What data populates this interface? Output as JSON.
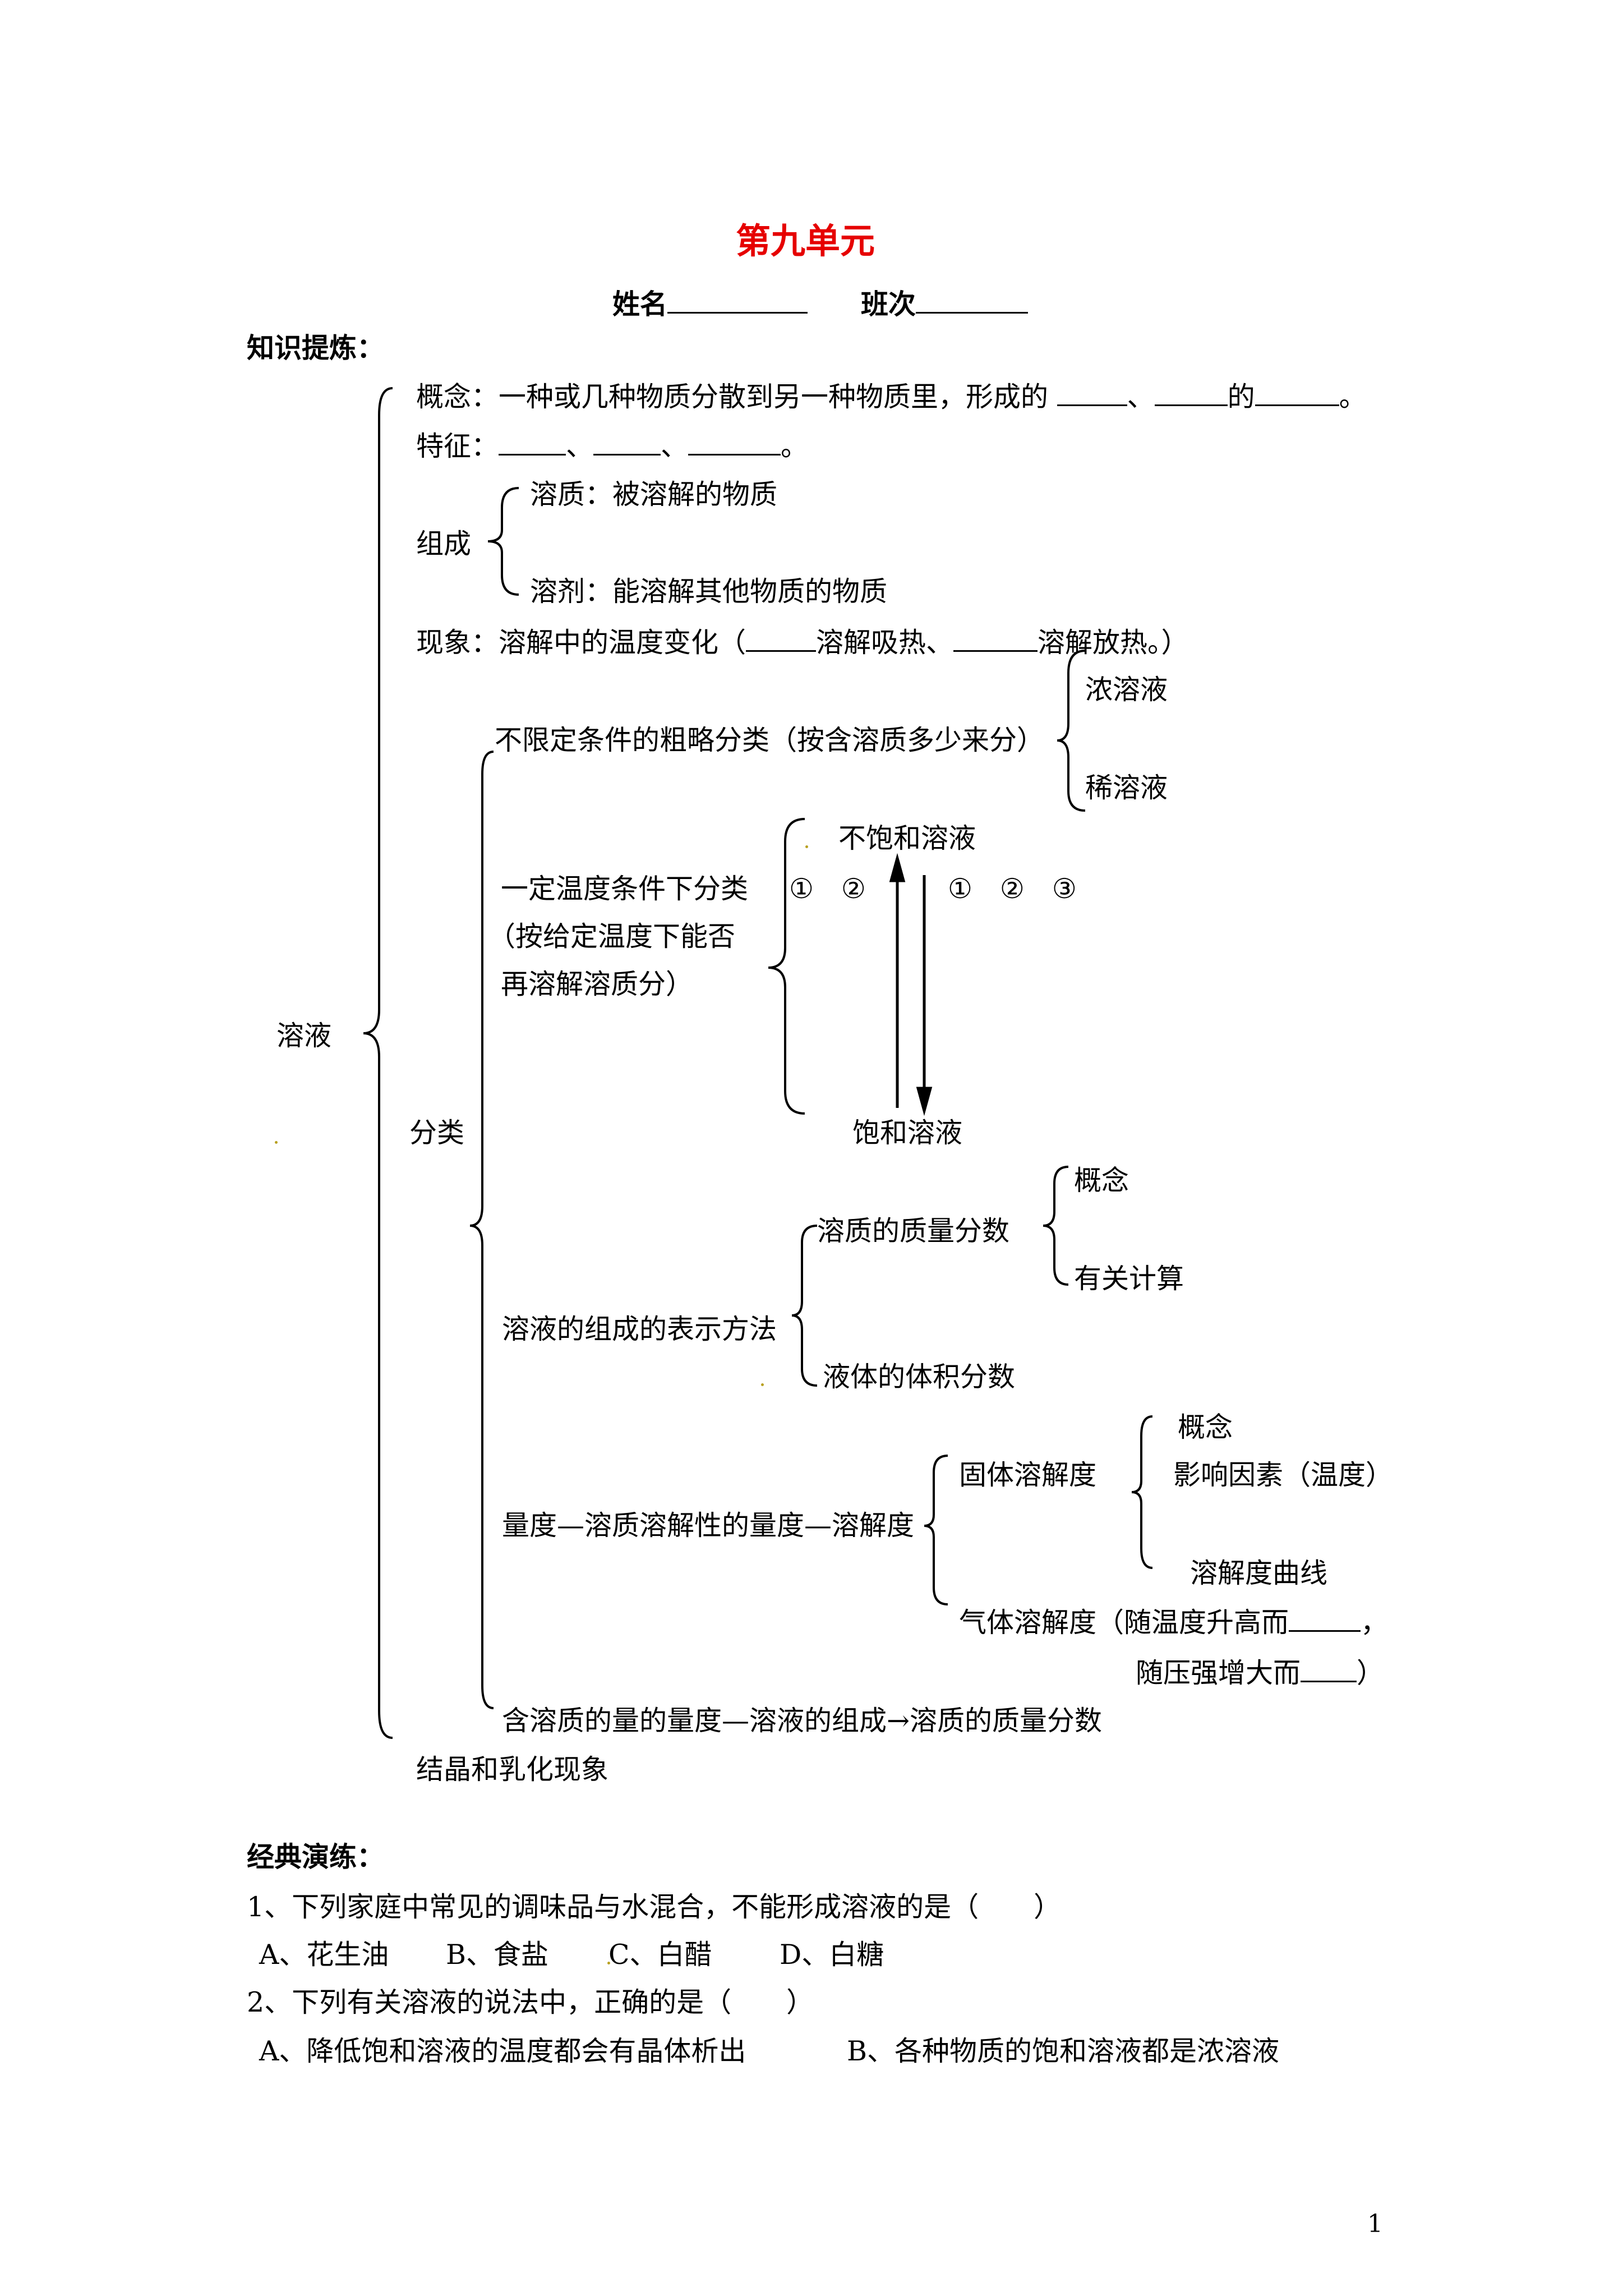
{
  "title": "第九单元",
  "header": {
    "name_label": "姓名",
    "class_label": "班次"
  },
  "section_knowledge": "知识提炼：",
  "map": {
    "root": "溶液",
    "concept_a": "概念：一种或几种物质分散到另一种物质里，形成的 ",
    "concept_sep1": "、",
    "concept_sep2": "的",
    "concept_end": "。",
    "feature_a": "特征：",
    "feature_sep1": "、",
    "feature_sep2": "、",
    "feature_end": "。",
    "composition": "组成",
    "solute": "溶质：被溶解的物质",
    "solvent": "溶剂：能溶解其他物质的物质",
    "phenomenon_a": "现象：溶解中的温度变化（",
    "phenomenon_b": "溶解吸热、",
    "phenomenon_c": "溶解放热。）",
    "classify": "分类",
    "rough": "不限定条件的粗略分类（按含溶质多少来分）",
    "concentrated": "浓溶液",
    "dilute": "稀溶液",
    "temp_line1": "一定温度条件下分类",
    "temp_line2": "（按给定温度下能否",
    "temp_line3": "再溶解溶质分）",
    "unsaturated": "不饱和溶液",
    "saturated": "饱和溶液",
    "marks_left": "①　②",
    "marks_right": "①　②　③",
    "composition_expr": "溶液的组成的表示方法",
    "mass_fraction": "溶质的质量分数",
    "mf_concept": "概念",
    "mf_calc": "有关计算",
    "volume_fraction": "液体的体积分数",
    "measure": "量度—溶质溶解性的量度—溶解度",
    "solid_sol": "固体溶解度",
    "ss_concept": "概念",
    "ss_factor": "影响因素（温度）",
    "ss_curve": "溶解度曲线",
    "gas_a": "气体溶解度（随温度升高而",
    "gas_a_end": "，",
    "gas_b": "随压强增大而",
    "gas_b_end": "）",
    "content_measure": "含溶质的量的量度—溶液的组成→溶质的质量分数",
    "crystal": "结晶和乳化现象"
  },
  "section_practice": "经典演练：",
  "questions": [
    {
      "stem": "1、下列家庭中常见的调味品与水混合，不能形成溶液的是（　　）",
      "options": [
        "A、花生油",
        "B、食盐",
        "C、白醋",
        "D、白糖"
      ]
    },
    {
      "stem": "2、下列有关溶液的说法中，正确的是（　　）",
      "options": [
        "A、降低饱和溶液的温度都会有晶体析出",
        "B、各种物质的饱和溶液都是浓溶液"
      ]
    }
  ],
  "page_number": "1"
}
